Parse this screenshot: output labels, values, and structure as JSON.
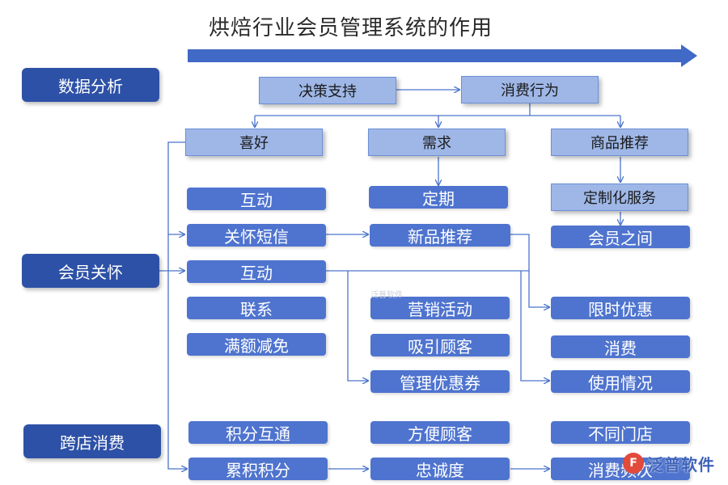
{
  "title": "烘焙行业会员管理系统的作用",
  "categories": {
    "data": "数据分析",
    "care": "会员关怀",
    "cross": "跨店消费"
  },
  "flow": {
    "decision": "决策支持",
    "consume": "消费行为",
    "preference": "喜好",
    "demand": "需求",
    "recommend": "商品推荐",
    "custom": "定制化服务"
  },
  "cells": {
    "r1c1": "互动",
    "r1c2": "定期",
    "r2c1": "关怀短信",
    "r2c2": "新品推荐",
    "r2c3": "会员之间",
    "r3c1": "互动",
    "r4c1": "联系",
    "r4c2": "营销活动",
    "r4c3": "限时优惠",
    "r5c1": "满额减免",
    "r5c2": "吸引顾客",
    "r5c3": "消费",
    "r6c2": "管理优惠券",
    "r6c3": "使用情况",
    "r7c1": "积分互通",
    "r7c2": "方便顾客",
    "r7c3": "不同门店",
    "r8c1": "累积积分",
    "r8c2": "忠诚度",
    "r8c3": "消费频次"
  },
  "watermark": {
    "small": "泛普软件",
    "brand": "泛普软件",
    "logo_glyph": "F"
  },
  "colors": {
    "category": "#2d51a6",
    "light_box": "#9eb7e7",
    "dark_box": "#4f74cf",
    "arrow": "#4169c6",
    "line": "#4a74cc"
  }
}
